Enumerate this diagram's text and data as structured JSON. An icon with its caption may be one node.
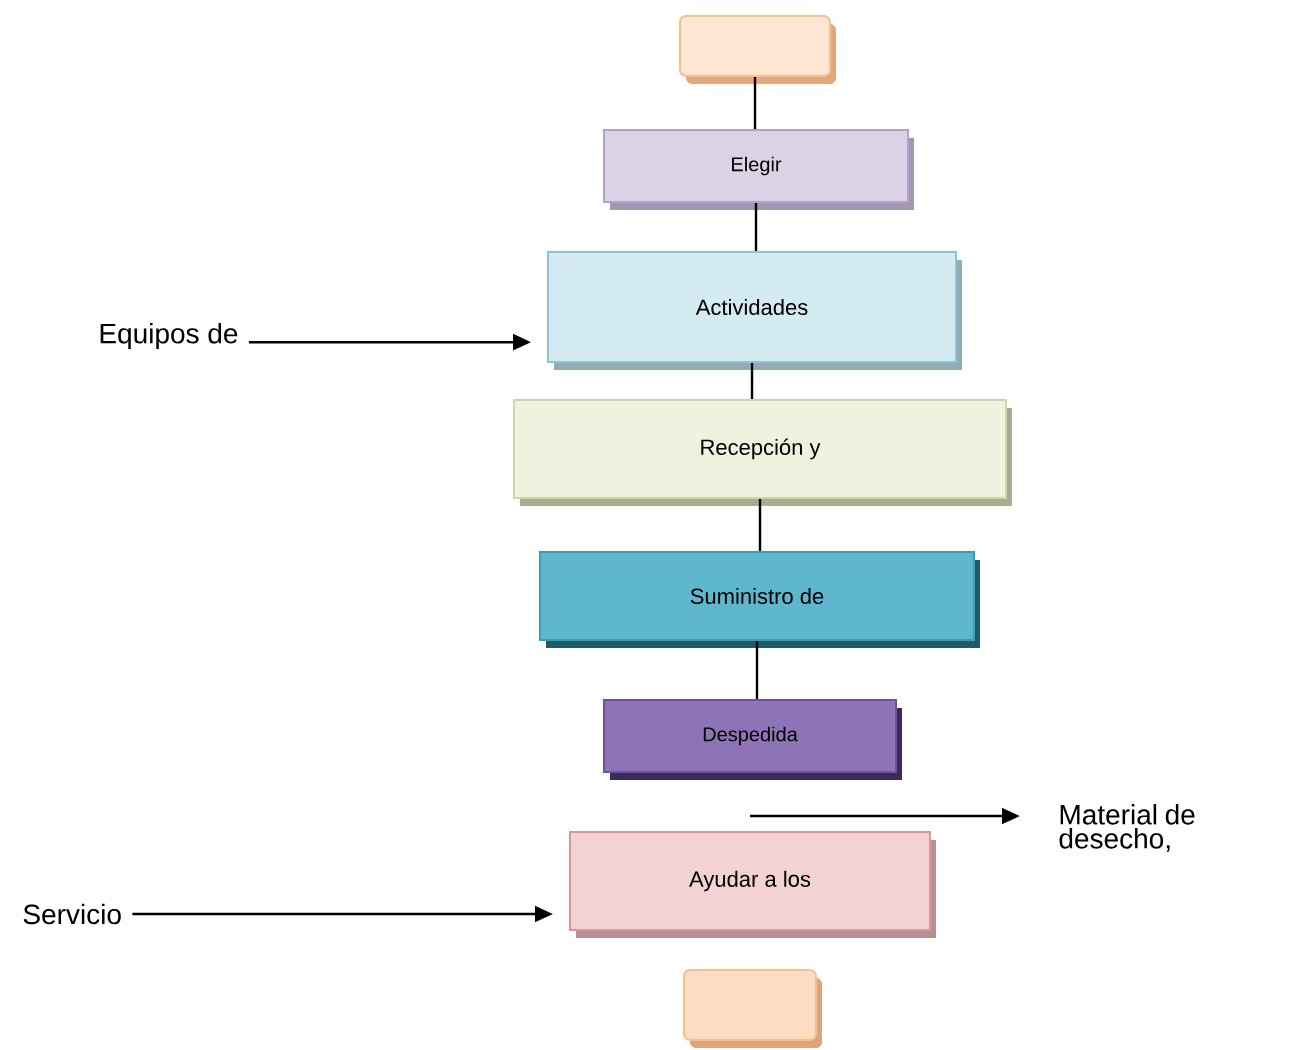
{
  "diagram": {
    "nodes": [
      {
        "text": [],
        "shape": "box"
      },
      {
        "text": [
          "Elegir"
        ]
      },
      {
        "text": [
          "Actividades"
        ]
      },
      {
        "text": [
          "Recepción  y"
        ]
      },
      {
        "text": [
          "Suministro de"
        ]
      },
      {
        "text": [
          "Despedida"
        ]
      },
      {
        "text": [
          "Ayudar a los"
        ]
      },
      {
        "text": [],
        "shape": "box"
      },
      {
        "text": [
          "Equipos de"
        ]
      },
      {
        "text": [
          "Material de desecho,"
        ]
      },
      {
        "text": [
          "Servicio"
        ]
      }
    ],
    "edges": [
      {
        "from": 0,
        "to": 1,
        "arrow": "none"
      },
      {
        "from": 1,
        "to": 2,
        "arrow": "none"
      },
      {
        "from": 2,
        "to": 3,
        "arrow": "none"
      },
      {
        "from": 3,
        "to": 4,
        "arrow": "none"
      },
      {
        "from": 4,
        "to": 5,
        "arrow": "none"
      },
      {
        "from": 8,
        "to": 2,
        "arrow": "to"
      },
      {
        "from": 6,
        "to": 9,
        "arrow": "to"
      },
      {
        "from": 10,
        "to": 6,
        "arrow": "to"
      }
    ]
  }
}
